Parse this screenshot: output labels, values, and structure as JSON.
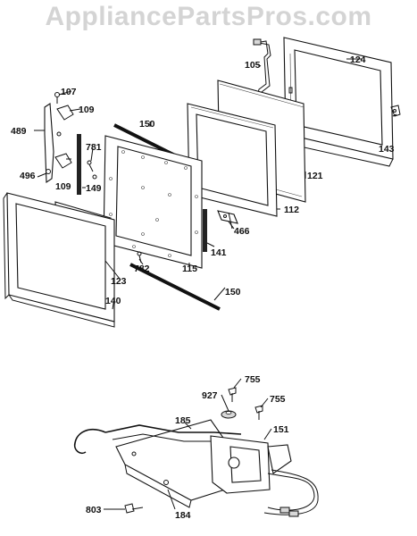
{
  "watermark": "AppliancePartsPros.com",
  "labels": {
    "p105": "105",
    "p124": "124",
    "p107": "107",
    "p109a": "109",
    "p489": "489",
    "p496": "496",
    "p109b": "109",
    "p150a": "150",
    "p781": "781",
    "p149": "149",
    "p143": "143",
    "p121": "121",
    "p112": "112",
    "p466": "466",
    "p141": "141",
    "p782": "782",
    "p115": "115",
    "p123": "123",
    "p140": "140",
    "p150b": "150",
    "p755a": "755",
    "p927": "927",
    "p755b": "755",
    "p185": "185",
    "p151": "151",
    "p803": "803",
    "p184": "184"
  }
}
